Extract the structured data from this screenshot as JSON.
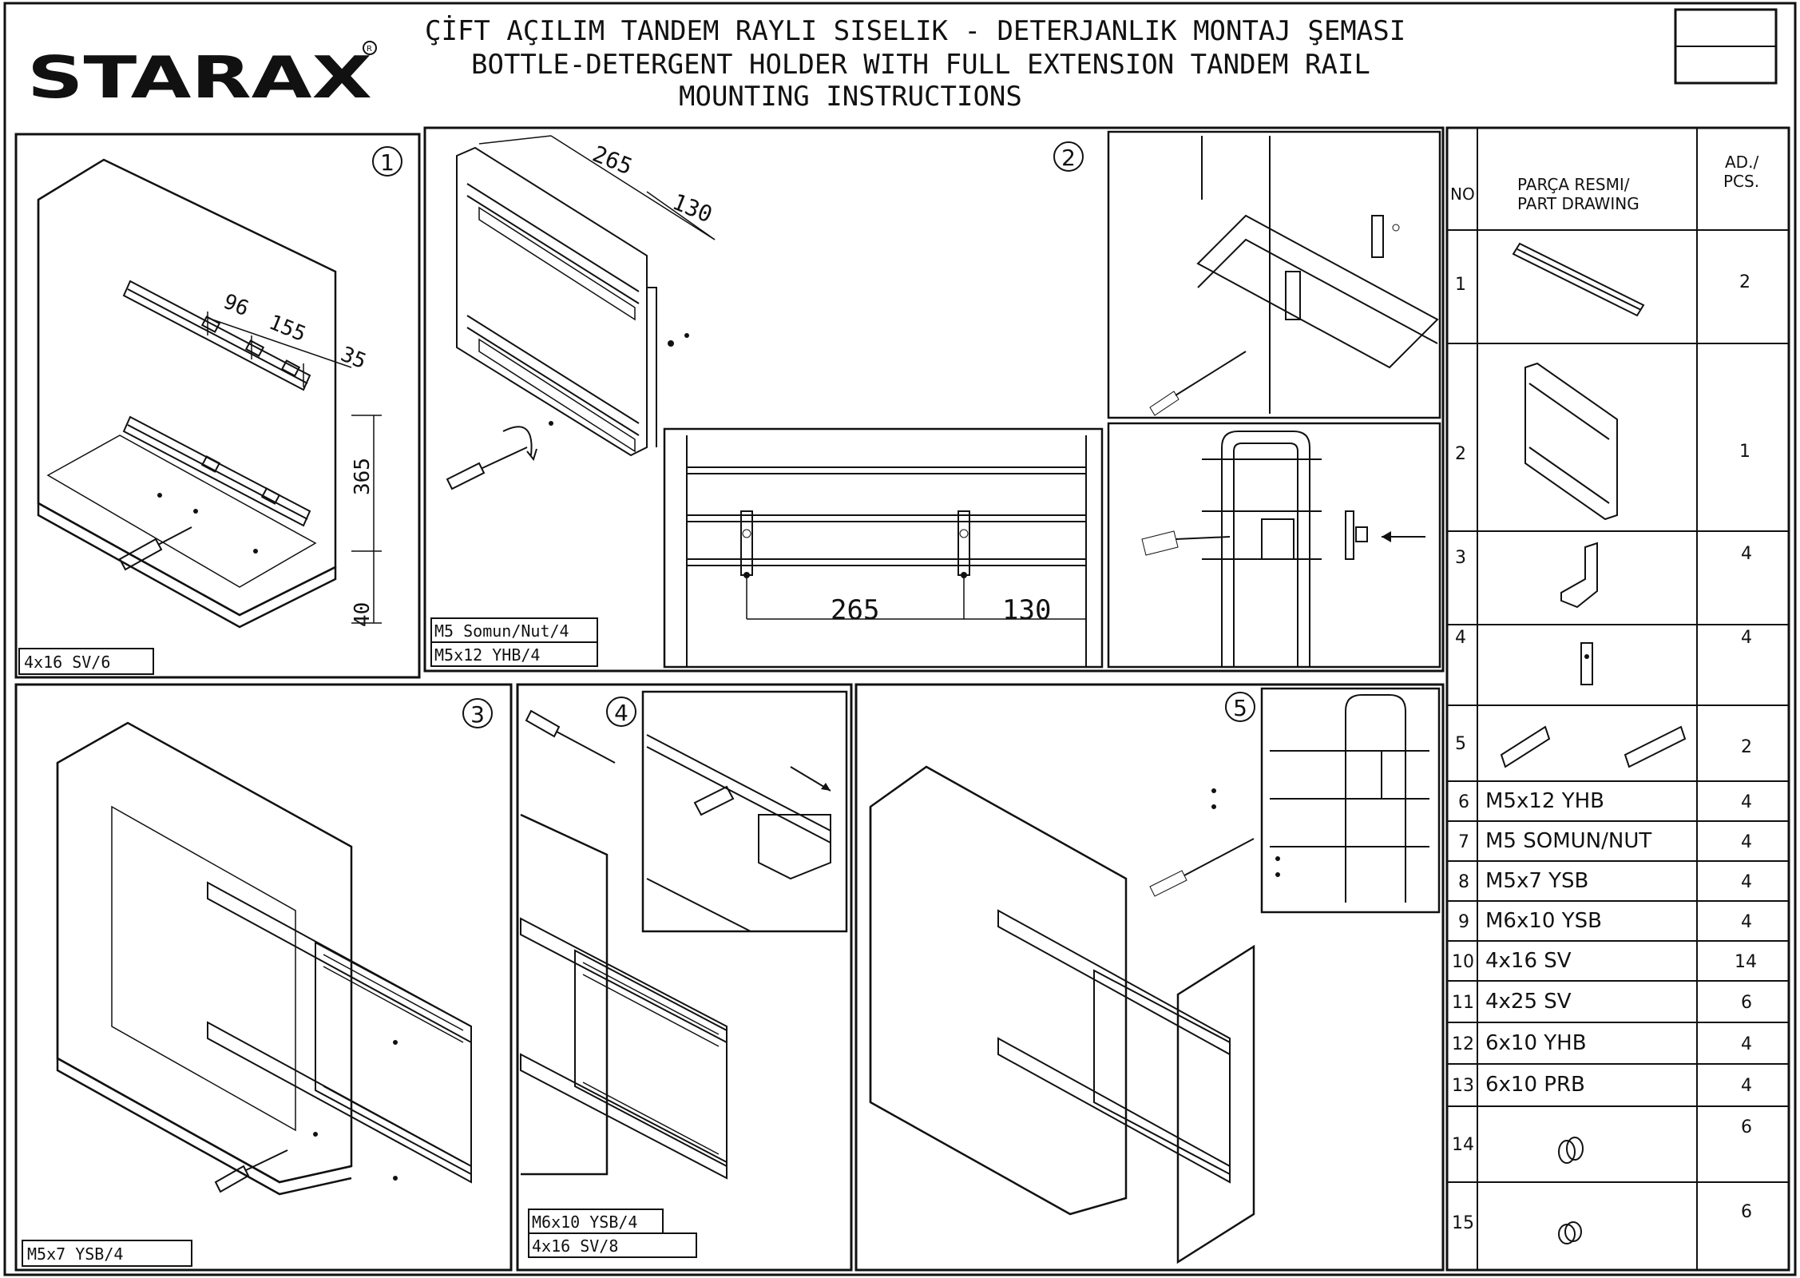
{
  "brand": {
    "logo_text": "STARAX"
  },
  "title": {
    "line1": "ÇİFT AÇILIM TANDEM RAYLI SISELIK - DETERJANLIK MONTAJ ŞEMASI",
    "line2": "BOTTLE-DETERGENT HOLDER WITH FULL EXTENSION TANDEM RAIL",
    "line3": "MOUNTING INSTRUCTIONS"
  },
  "steps": {
    "step1": {
      "number": "1",
      "dims": {
        "d96": "96",
        "d155": "155",
        "d35": "35",
        "d365": "365",
        "d40": "40"
      },
      "screw_label": "4x16 SV/6"
    },
    "step2": {
      "number": "2",
      "dims": {
        "d265": "265",
        "d130": "130"
      },
      "detail_dims": {
        "d265": "265",
        "d130": "130"
      },
      "nut_label": "M5 Somun/Nut/4",
      "screw_label": "M5x12 YHB/4"
    },
    "step3": {
      "number": "3",
      "screw_label": "M5x7 YSB/4"
    },
    "step4": {
      "number": "4",
      "screw_label_1": "M6x10 YSB/4",
      "screw_label_2": "4x16 SV/8"
    },
    "step5": {
      "number": "5"
    }
  },
  "parts_table": {
    "headers": {
      "no": "NO",
      "drawing": "PARÇA RESMI/\nPART DRAWING",
      "pcs": "AD./\nPCS."
    },
    "header_drawing_line1": "PARÇA RESMI/",
    "header_drawing_line2": "PART DRAWING",
    "header_pcs_line1": "AD./",
    "header_pcs_line2": "PCS.",
    "rows": [
      {
        "no": "1",
        "desc": "",
        "pcs": "2"
      },
      {
        "no": "2",
        "desc": "",
        "pcs": "1"
      },
      {
        "no": "3",
        "desc": "",
        "pcs": "4"
      },
      {
        "no": "4",
        "desc": "",
        "pcs": "4"
      },
      {
        "no": "5",
        "desc": "",
        "pcs": "2"
      },
      {
        "no": "6",
        "desc": "M5x12 YHB",
        "pcs": "4"
      },
      {
        "no": "7",
        "desc": "M5 SOMUN/NUT",
        "pcs": "4"
      },
      {
        "no": "8",
        "desc": "M5x7 YSB",
        "pcs": "4"
      },
      {
        "no": "9",
        "desc": "M6x10 YSB",
        "pcs": "4"
      },
      {
        "no": "10",
        "desc": "4x16 SV",
        "pcs": "14"
      },
      {
        "no": "11",
        "desc": "4x25 SV",
        "pcs": "6"
      },
      {
        "no": "12",
        "desc": "6x10 YHB",
        "pcs": "4"
      },
      {
        "no": "13",
        "desc": "6x10 PRB",
        "pcs": "4"
      },
      {
        "no": "14",
        "desc": "",
        "pcs": "6"
      },
      {
        "no": "15",
        "desc": "",
        "pcs": "6"
      }
    ]
  }
}
